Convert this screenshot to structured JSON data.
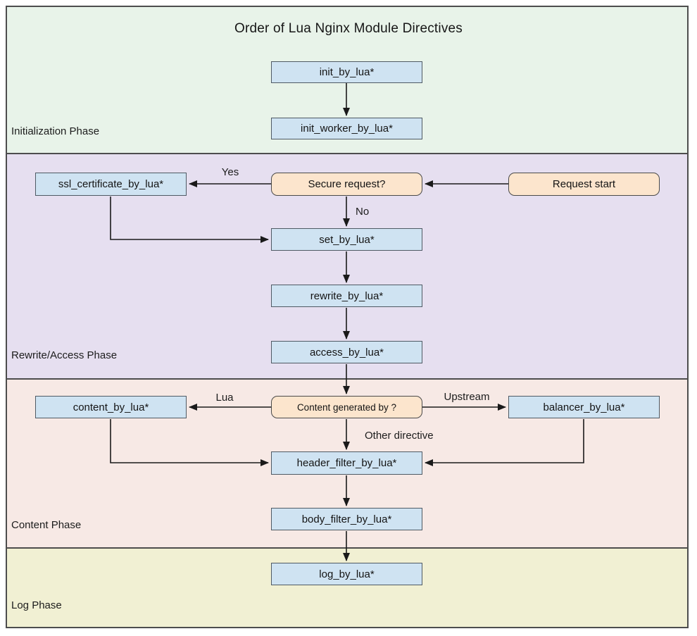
{
  "title": "Order of Lua Nginx Module Directives",
  "phases": [
    {
      "id": "initialization",
      "label": "Initialization Phase",
      "color": "#e8f3e9"
    },
    {
      "id": "rewrite_access",
      "label": "Rewrite/Access Phase",
      "color": "#e6dff0"
    },
    {
      "id": "content",
      "label": "Content Phase",
      "color": "#f7e9e5"
    },
    {
      "id": "log",
      "label": "Log Phase",
      "color": "#f1f0d3"
    }
  ],
  "nodes": {
    "init_by_lua": {
      "label": "init_by_lua*",
      "type": "directive"
    },
    "init_worker_by_lua": {
      "label": "init_worker_by_lua*",
      "type": "directive"
    },
    "ssl_certificate_by_lua": {
      "label": "ssl_certificate_by_lua*",
      "type": "directive"
    },
    "secure_request": {
      "label": "Secure request?",
      "type": "decision"
    },
    "request_start": {
      "label": "Request start",
      "type": "decision"
    },
    "set_by_lua": {
      "label": "set_by_lua*",
      "type": "directive"
    },
    "rewrite_by_lua": {
      "label": "rewrite_by_lua*",
      "type": "directive"
    },
    "access_by_lua": {
      "label": "access_by_lua*",
      "type": "directive"
    },
    "content_by_lua": {
      "label": "content_by_lua*",
      "type": "directive"
    },
    "content_generated_by": {
      "label": "Content generated by ?",
      "type": "decision"
    },
    "balancer_by_lua": {
      "label": "balancer_by_lua*",
      "type": "directive"
    },
    "header_filter_by_lua": {
      "label": "header_filter_by_lua*",
      "type": "directive"
    },
    "body_filter_by_lua": {
      "label": "body_filter_by_lua*",
      "type": "directive"
    },
    "log_by_lua": {
      "label": "log_by_lua*",
      "type": "directive"
    }
  },
  "edge_labels": {
    "yes": "Yes",
    "no": "No",
    "lua": "Lua",
    "upstream": "Upstream",
    "other_directive": "Other directive"
  },
  "colors": {
    "directive_fill": "#cfe3f2",
    "directive_border": "#4f5a64",
    "decision_fill": "#fce5cd",
    "decision_border": "#4a4a4a",
    "arrow": "#1a1a1a",
    "frame_border": "#4d4d4d"
  }
}
